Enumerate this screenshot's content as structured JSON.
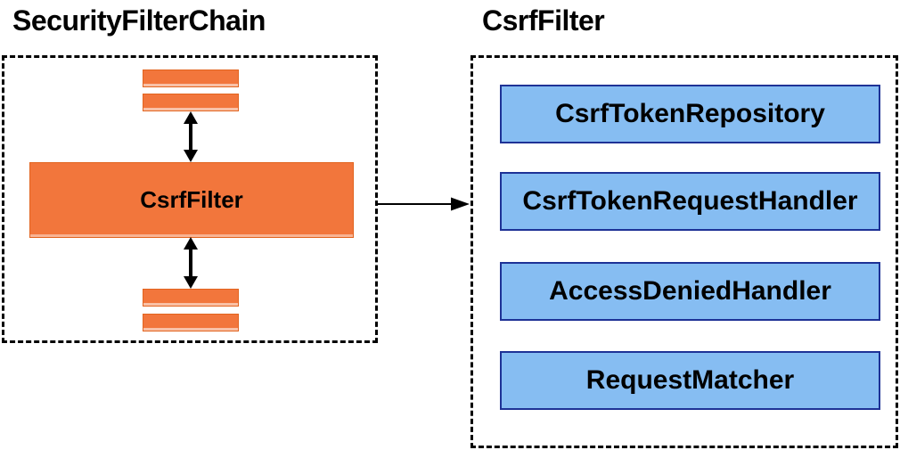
{
  "diagram": {
    "left": {
      "title": "SecurityFilterChain",
      "filter_node": "CsrfFilter",
      "placeholder_bars": 4
    },
    "right": {
      "title": "CsrfFilter",
      "components": [
        "CsrfTokenRepository",
        "CsrfTokenRequestHandler",
        "AccessDeniedHandler",
        "RequestMatcher"
      ]
    }
  },
  "colors": {
    "orange": "#F2763C",
    "orange-border": "#E2641F",
    "blue": "#86BDF2",
    "blue-border": "#1E3296",
    "shadow-dark": "#9B9B9B",
    "shadow-light": "#DEDEDE",
    "line": "#000000",
    "background": "#FFFFFF"
  }
}
